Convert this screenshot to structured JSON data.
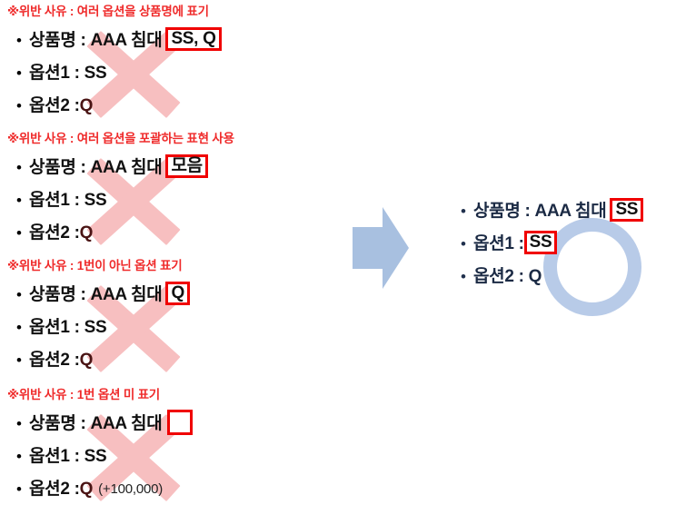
{
  "violations": [
    {
      "reason": "※위반 사유 : 여러 옵션을 상품명에 표기",
      "product_label": "상품명 : AAA 침대",
      "highlight": "SS, Q",
      "option1": "옵션1 : SS",
      "option2_label": "옵션2 : ",
      "option2_value": "Q",
      "option2_note": ""
    },
    {
      "reason": "※위반 사유 : 여러 옵션을 포괄하는 표현 사용",
      "product_label": "상품명 : AAA 침대",
      "highlight": "모음",
      "option1": "옵션1 : SS",
      "option2_label": "옵션2 : ",
      "option2_value": "Q",
      "option2_note": ""
    },
    {
      "reason": "※위반 사유 : 1번이 아닌 옵션 표기",
      "product_label": "상품명 : AAA 침대",
      "highlight": "Q",
      "option1": "옵션1 : SS",
      "option2_label": "옵션2 : ",
      "option2_value": "Q",
      "option2_note": ""
    },
    {
      "reason": "※위반 사유 : 1번 옵션 미 표기",
      "product_label": "상품명 : AAA 침대",
      "highlight": "",
      "option1": "옵션1 : SS",
      "option2_label": "옵션2 : ",
      "option2_value": "Q",
      "option2_note": "(+100,000)"
    }
  ],
  "correct": {
    "product_label": "상품명 : AAA 침대",
    "product_highlight": "SS",
    "option1_label": "옵션1 : ",
    "option1_highlight": "SS",
    "option2": "옵션2 : Q"
  },
  "icons": {
    "bullet": "•",
    "cross": "cross-mark-icon",
    "arrow": "right-arrow-icon",
    "ring": "circle-highlight-icon"
  },
  "colors": {
    "reason_red": "#ef2a2a",
    "box_red": "#f00000",
    "cross_pink": "#f7bfc0",
    "arrow_blue": "#a8c0e0",
    "ring_blue": "#b8cbe8",
    "good_navy": "#1b2a44"
  }
}
